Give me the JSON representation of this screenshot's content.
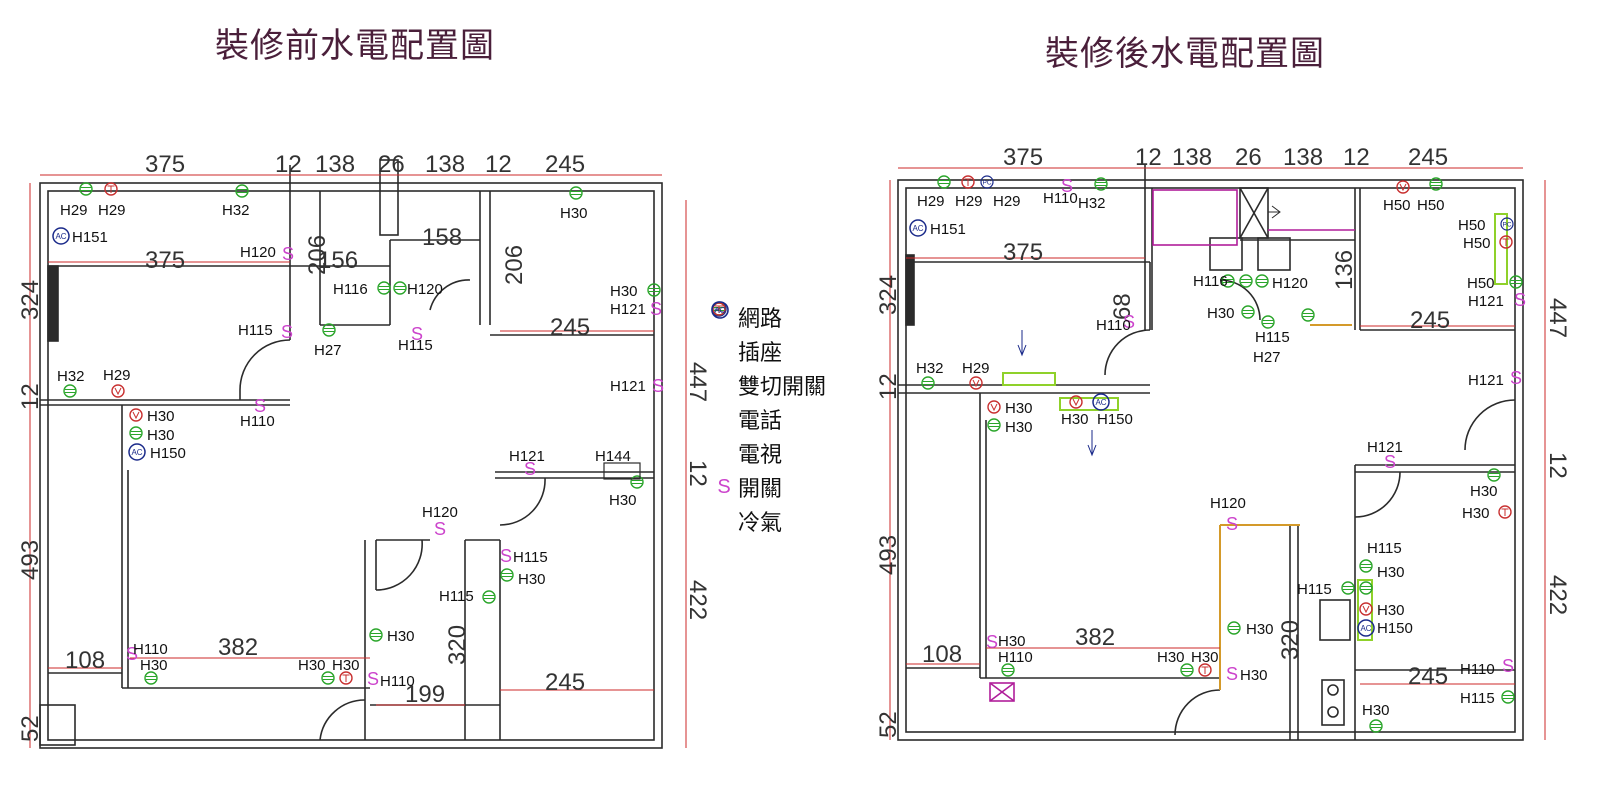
{
  "titles": {
    "before": "裝修前水電配置圖",
    "after": "裝修後水電配置圖"
  },
  "legend": [
    {
      "icon": "pc-icon",
      "label": "網路"
    },
    {
      "icon": "outlet-icon",
      "label": "插座"
    },
    {
      "icon": "",
      "label": "雙切開關"
    },
    {
      "icon": "phone-icon",
      "label": "電話"
    },
    {
      "icon": "",
      "label": "電視"
    },
    {
      "icon": "switch-icon",
      "label": "開關"
    },
    {
      "icon": "ac-icon",
      "label": "冷氣"
    }
  ],
  "dims": {
    "top": [
      "375",
      "12",
      "138",
      "26",
      "138",
      "12",
      "245"
    ],
    "side": [
      "324",
      "12",
      "493",
      "52",
      "447",
      "12",
      "422"
    ],
    "inner": [
      "375",
      "156",
      "206",
      "158",
      "206",
      "245",
      "382",
      "108",
      "320",
      "199",
      "245",
      "12",
      "12",
      "68",
      "136"
    ]
  },
  "left_labels": [
    "H29",
    "H29",
    "H32",
    "H30",
    "H151",
    "H120",
    "H116",
    "H120",
    "H30",
    "H121",
    "H115",
    "H27",
    "H115",
    "H32",
    "H29",
    "H121",
    "H30",
    "H110",
    "H30",
    "H150",
    "H121",
    "H144",
    "H30",
    "H120",
    "H115",
    "H30",
    "H115",
    "H30",
    "H110",
    "H30",
    "H30",
    "H30",
    "H110"
  ],
  "right_labels": [
    "H29",
    "H29",
    "H29",
    "H110",
    "H32",
    "H50",
    "H50",
    "H151",
    "H50",
    "H50",
    "H116",
    "H120",
    "H30",
    "H110",
    "H115",
    "H27",
    "H50",
    "H121",
    "H32",
    "H29",
    "H30",
    "H30",
    "H30",
    "H150",
    "H121",
    "H121",
    "H30",
    "H30",
    "H120",
    "H115",
    "H30",
    "H115",
    "H30",
    "H30",
    "H150",
    "H30",
    "H110",
    "H30",
    "H30",
    "H30",
    "H110",
    "H115",
    "H30",
    "H30"
  ],
  "ac_text": "AC",
  "pc_text": "PC",
  "tv_text": "電視",
  "colors": {
    "wall": "#2b2b2b",
    "dim": "#cc2a2a",
    "outlet": "#2aa52a",
    "switch": "#cc44cc",
    "phone": "#c83030",
    "ac": "#1a2a8a",
    "fixture": "#8fd12a",
    "cabinet": "#b01e9a",
    "counter": "#d49a2a"
  }
}
